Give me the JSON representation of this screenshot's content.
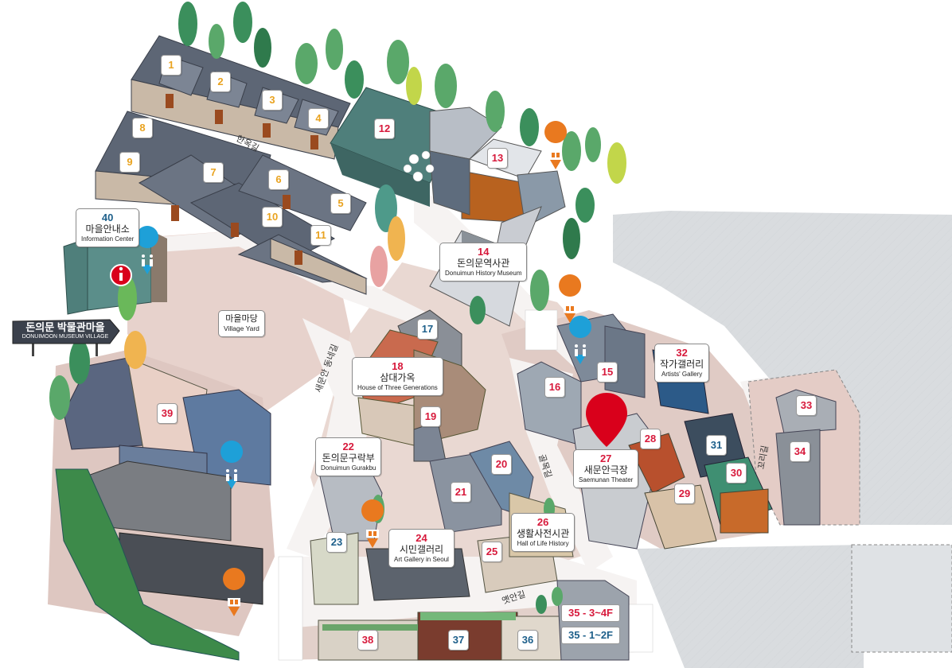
{
  "labels": {
    "village_info": {
      "num": "40",
      "ko": "마을안내소",
      "en": "Information Center"
    },
    "village_yard": {
      "ko": "마을마당",
      "en": "Village Yard"
    },
    "history_museum": {
      "num": "14",
      "ko": "돈의문역사관",
      "en": "Donuimun History Museum"
    },
    "three_generations": {
      "num": "18",
      "ko": "삼대가옥",
      "en": "House of Three Generations"
    },
    "gurakbu": {
      "num": "22",
      "ko": "돈의문구락부",
      "en": "Donuimun Gurakbu"
    },
    "citizen_gallery": {
      "num": "24",
      "ko": "시민갤러리",
      "en": "Art Gallery in Seoul"
    },
    "life_history": {
      "num": "26",
      "ko": "생활사전시관",
      "en": "Hall of Life History"
    },
    "theater": {
      "num": "27",
      "ko": "새문안극장",
      "en": "Saemunan Theater"
    },
    "artists_gallery": {
      "num": "32",
      "ko": "작가갤러리",
      "en": "Artists' Gallery"
    }
  },
  "sign": {
    "ko": "돈의문 박물관마을",
    "en": "DONUIMOON MUSEUM VILLAGE"
  },
  "roads": {
    "hanok": "한옥길",
    "saemunan_east": "새문안 동네길",
    "alley": "골목길",
    "kkori": "꼬리길",
    "yeotan": "옛안길"
  },
  "numbers": {
    "yellow": [
      "1",
      "2",
      "3",
      "4",
      "5",
      "6",
      "7",
      "8",
      "9",
      "10",
      "11"
    ],
    "red": [
      "12",
      "13",
      "15",
      "16",
      "19",
      "20",
      "21",
      "25",
      "28",
      "29",
      "30",
      "33",
      "34",
      "38",
      "39"
    ],
    "blue": [
      "17",
      "23",
      "31",
      "36",
      "37"
    ]
  },
  "floors": {
    "upper": "35 - 3~4F",
    "lower": "35 - 1~2F"
  },
  "icons": [
    "info-icon",
    "restroom-icon",
    "elevator-icon",
    "location-pin-icon"
  ],
  "colors": {
    "red": "#d7193b",
    "yellow": "#e9a320",
    "blue": "#1d5f8a",
    "pin_red": "#d9001b",
    "elevator_orange": "#e9791f",
    "restroom_blue": "#1ea0d8"
  }
}
